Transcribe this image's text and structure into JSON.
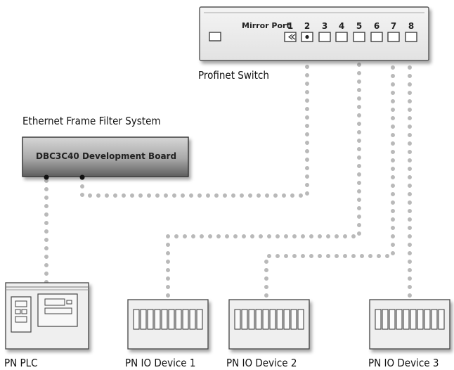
{
  "switch": {
    "title": "Profinet Switch",
    "mirror_label": "Mirror Port",
    "ports": [
      "1",
      "2",
      "3",
      "4",
      "5",
      "6",
      "7",
      "8"
    ]
  },
  "filter_system": {
    "title": "Ethernet Frame Filter System",
    "board_label": "DBC3C40 Development Board"
  },
  "devices": {
    "plc": "PN PLC",
    "io1": "PN IO Device 1",
    "io2": "PN IO Device 2",
    "io3": "PN IO Device 3"
  },
  "colors": {
    "cable": "#b9b9b9",
    "switch_fill": "#eeeeee",
    "board_dark": "#5a5a5a",
    "board_light": "#d8d8d8"
  }
}
